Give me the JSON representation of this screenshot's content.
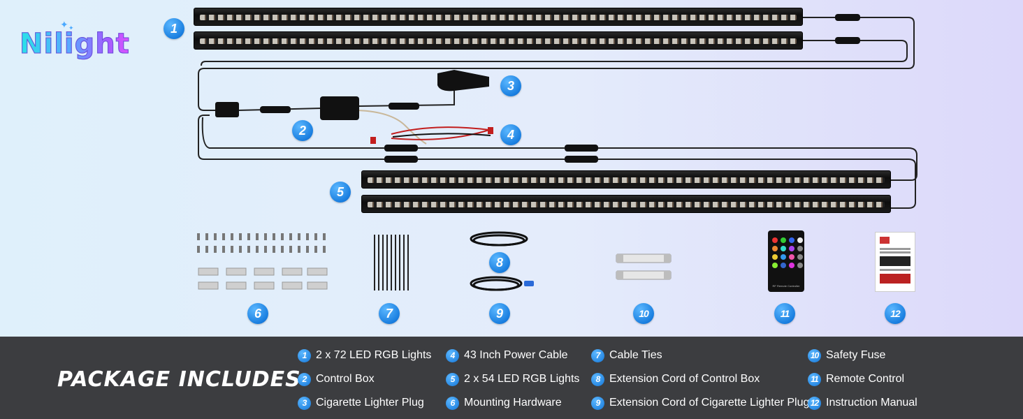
{
  "brand": {
    "logo_text": "Nilight"
  },
  "colors": {
    "accent": "#1a7fe0",
    "footer_bg": "#3c3d40",
    "text_light": "#ffffff"
  },
  "diagram_badges": [
    "1",
    "2",
    "3",
    "4",
    "5"
  ],
  "accessory_badges": [
    "6",
    "7",
    "8",
    "9",
    "10",
    "11",
    "12"
  ],
  "remote": {
    "label": "RF Remote Controller"
  },
  "package": {
    "title": "PACKAGE INCLUDES",
    "items": [
      {
        "num": "1",
        "label": "2 x 72 LED RGB Lights"
      },
      {
        "num": "2",
        "label": "Control Box"
      },
      {
        "num": "3",
        "label": "Cigarette Lighter Plug"
      },
      {
        "num": "4",
        "label": "43 Inch Power Cable"
      },
      {
        "num": "5",
        "label": "2 x 54 LED RGB Lights"
      },
      {
        "num": "6",
        "label": "Mounting Hardware"
      },
      {
        "num": "7",
        "label": "Cable Ties"
      },
      {
        "num": "8",
        "label": "Extension Cord of Control Box"
      },
      {
        "num": "9",
        "label": "Extension Cord of Cigarette Lighter Plug"
      },
      {
        "num": "10",
        "label": "Safety Fuse"
      },
      {
        "num": "11",
        "label": "Remote Control"
      },
      {
        "num": "12",
        "label": "Instruction Manual"
      }
    ]
  }
}
